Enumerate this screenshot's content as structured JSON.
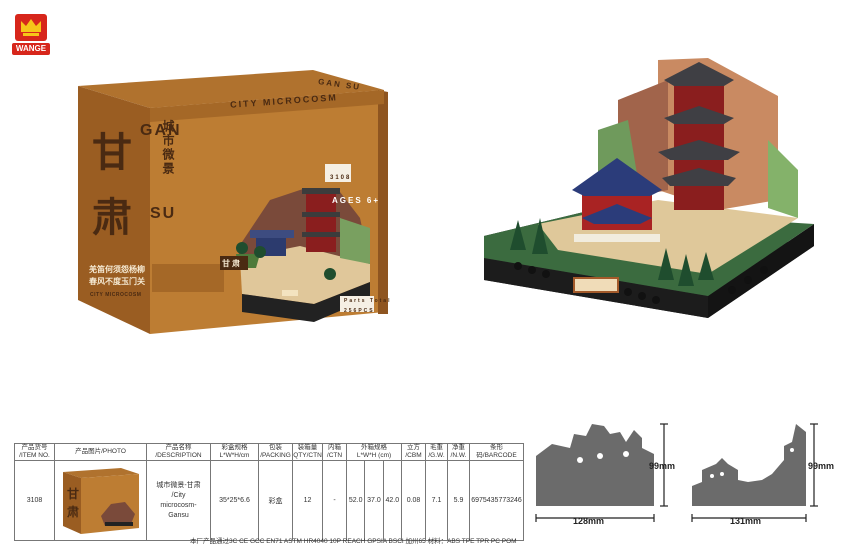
{
  "logo": {
    "brand": "WANGE"
  },
  "box": {
    "title_cn_1": "甘",
    "title_cn_2": "肃",
    "series_cn": "城市微景",
    "title_en_1": "GAN",
    "title_en_2": "SU",
    "top_band": "CITY MICROCOSM",
    "top_band_cn": "GAN SU",
    "item_no": "3108",
    "ages": "AGES 6+",
    "parts": "Parts Total",
    "parts_count": "256PCS",
    "slogan_cn_1": "羌笛何须怨杨柳",
    "slogan_cn_2": "春风不度玉门关",
    "plaque_cn": "甘肃",
    "bottom_en": "CITY MICROCOSM"
  },
  "table": {
    "headers": [
      {
        "cn": "产品货号",
        "en": "/ITEM NO."
      },
      {
        "cn": "产品图片",
        "en": "/PHOTO"
      },
      {
        "cn": "产品名称",
        "en": "/DESCRIPTION"
      },
      {
        "cn": "彩盒规格",
        "en": "L*W*H/cm"
      },
      {
        "cn": "包装",
        "en": "/PACKING"
      },
      {
        "cn": "装箱量",
        "en": "QTY/CTN"
      },
      {
        "cn": "内箱",
        "en": "/CTN"
      },
      {
        "cn": "外箱规格",
        "en": "L*W*H  (cm)"
      },
      {
        "cn": "立方",
        "en": "/CBM"
      },
      {
        "cn": "毛重",
        "en": "/G.W."
      },
      {
        "cn": "净重",
        "en": "/N.W."
      },
      {
        "cn": "条形码",
        "en": "/BARCODE"
      }
    ],
    "row": {
      "item_no": "3108",
      "desc_1": "城市微景-甘肃",
      "desc_2": "/City",
      "desc_3": "microcosm-",
      "desc_4": "Gansu",
      "box_size": "35*25*6.6",
      "packing": "彩盒",
      "qty": "12",
      "inner": "-",
      "outer_l": "52.0",
      "outer_w": "37.0",
      "outer_h": "42.0",
      "cbm": "0.08",
      "gw": "7.1",
      "nw": "5.9",
      "barcode": "6975435773246"
    },
    "footer": "本厂产品通过3C  CE  GCC  EN71  ASTM  HR4040 10P  REACH  GPSIA  BSCI  加州65   材料：ABS TPE TPR PC POM"
  },
  "dimensions": {
    "front_width": "128mm",
    "front_height": "99mm",
    "side_width": "131mm",
    "side_height": "99mm"
  }
}
